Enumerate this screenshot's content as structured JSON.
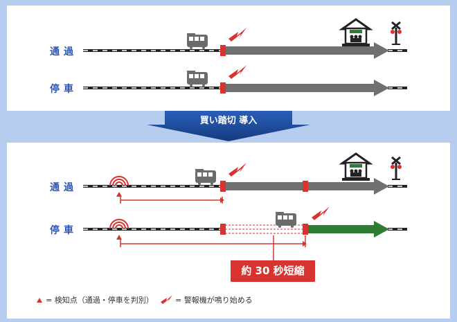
{
  "banner": {
    "label": "買い踏切 導入"
  },
  "before": {
    "row1_label": "通過",
    "row2_label": "停車"
  },
  "after": {
    "row1_label": "通過",
    "row2_label": "停車",
    "callout": "約 30 秒短縮"
  },
  "legend": {
    "detector_text": "= 検知点（通過・停車を判別）",
    "alarm_text": "= 警報機が鳴り始める"
  },
  "colors": {
    "label_blue": "#2b57b3",
    "arrow_gray": "#707070",
    "arrow_green": "#2e7d32",
    "alarm_red": "#d8342f",
    "banner_blue": "#1f4c98"
  },
  "icons": [
    "train-icon",
    "alarm-bolt-icon",
    "station-icon",
    "crossing-signal-icon",
    "detector-icon"
  ]
}
